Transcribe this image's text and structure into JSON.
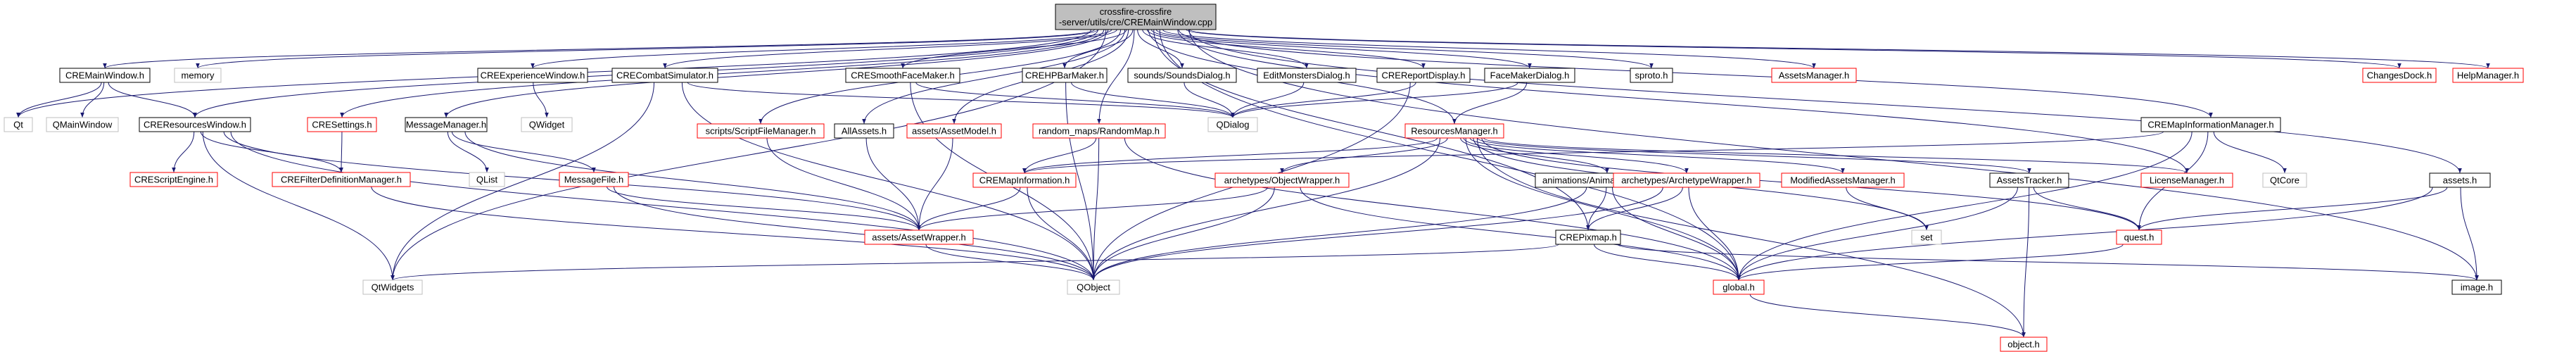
{
  "colors": {
    "edge": "#191970",
    "node_border_default": "#000000",
    "node_border_red": "#ff0000",
    "node_border_gray": "#bfbfbf",
    "root_fill": "#bfbfbf"
  },
  "root": {
    "id": "root",
    "lines": [
      "crossfire-crossfire",
      "-server/utils/cre/CREMainWindow.cpp"
    ]
  },
  "nodes": [
    {
      "id": "CREMainWindow",
      "label": "CREMainWindow.h",
      "style": "black"
    },
    {
      "id": "memory",
      "label": "memory",
      "style": "gray"
    },
    {
      "id": "CREExperienceWindow",
      "label": "CREExperienceWindow.h",
      "style": "black"
    },
    {
      "id": "CRECombatSimulator",
      "label": "CRECombatSimulator.h",
      "style": "black"
    },
    {
      "id": "CRESmoothFaceMaker",
      "label": "CRESmoothFaceMaker.h",
      "style": "black"
    },
    {
      "id": "CREHPBarMaker",
      "label": "CREHPBarMaker.h",
      "style": "black"
    },
    {
      "id": "SoundsDialog",
      "label": "sounds/SoundsDialog.h",
      "style": "black"
    },
    {
      "id": "EditMonstersDialog",
      "label": "EditMonstersDialog.h",
      "style": "black"
    },
    {
      "id": "CREReportDisplay",
      "label": "CREReportDisplay.h",
      "style": "black"
    },
    {
      "id": "FaceMakerDialog",
      "label": "FaceMakerDialog.h",
      "style": "black"
    },
    {
      "id": "sproto",
      "label": "sproto.h",
      "style": "black"
    },
    {
      "id": "AssetsManager",
      "label": "AssetsManager.h",
      "style": "red"
    },
    {
      "id": "ChangesDock",
      "label": "ChangesDock.h",
      "style": "red"
    },
    {
      "id": "HelpManager",
      "label": "HelpManager.h",
      "style": "red"
    },
    {
      "id": "Qt",
      "label": "Qt",
      "style": "gray"
    },
    {
      "id": "QMainWindow",
      "label": "QMainWindow",
      "style": "gray"
    },
    {
      "id": "CREResourcesWindow",
      "label": "CREResourcesWindow.h",
      "style": "black"
    },
    {
      "id": "CRESettings",
      "label": "CRESettings.h",
      "style": "red"
    },
    {
      "id": "MessageManager",
      "label": "MessageManager.h",
      "style": "black"
    },
    {
      "id": "QWidget",
      "label": "QWidget",
      "style": "gray"
    },
    {
      "id": "ScriptFileManager",
      "label": "scripts/ScriptFileManager.h",
      "style": "red"
    },
    {
      "id": "AllAssets",
      "label": "AllAssets.h",
      "style": "black"
    },
    {
      "id": "AssetModel",
      "label": "assets/AssetModel.h",
      "style": "red"
    },
    {
      "id": "RandomMap",
      "label": "random_maps/RandomMap.h",
      "style": "red"
    },
    {
      "id": "QDialog",
      "label": "QDialog",
      "style": "gray"
    },
    {
      "id": "ResourcesManager",
      "label": "ResourcesManager.h",
      "style": "red"
    },
    {
      "id": "CREMapInformationManager",
      "label": "CREMapInformationManager.h",
      "style": "black"
    },
    {
      "id": "assets_h",
      "label": "assets.h",
      "style": "black"
    },
    {
      "id": "CREScriptEngine",
      "label": "CREScriptEngine.h",
      "style": "red"
    },
    {
      "id": "CREFilterDefinitionManager",
      "label": "CREFilterDefinitionManager.h",
      "style": "red"
    },
    {
      "id": "QList",
      "label": "QList",
      "style": "gray"
    },
    {
      "id": "MessageFile",
      "label": "MessageFile.h",
      "style": "red"
    },
    {
      "id": "CREMapInformation",
      "label": "CREMapInformation.h",
      "style": "red"
    },
    {
      "id": "ObjectWrapper",
      "label": "archetypes/ObjectWrapper.h",
      "style": "red"
    },
    {
      "id": "AnimationWrapper",
      "label": "animations/AnimationWrapper.h",
      "style": "black"
    },
    {
      "id": "ArchetypeWrapper",
      "label": "archetypes/ArchetypeWrapper.h",
      "style": "red"
    },
    {
      "id": "ModifiedAssetsManager",
      "label": "ModifiedAssetsManager.h",
      "style": "red"
    },
    {
      "id": "AssetsTracker",
      "label": "AssetsTracker.h",
      "style": "black"
    },
    {
      "id": "LicenseManager",
      "label": "LicenseManager.h",
      "style": "red"
    },
    {
      "id": "QtCore",
      "label": "QtCore",
      "style": "gray"
    },
    {
      "id": "AssetWrapper",
      "label": "assets/AssetWrapper.h",
      "style": "red"
    },
    {
      "id": "CREPixmap",
      "label": "CREPixmap.h",
      "style": "black"
    },
    {
      "id": "set",
      "label": "set",
      "style": "gray"
    },
    {
      "id": "quest",
      "label": "quest.h",
      "style": "red"
    },
    {
      "id": "QtWidgets",
      "label": "QtWidgets",
      "style": "gray"
    },
    {
      "id": "QObject",
      "label": "QObject",
      "style": "gray"
    },
    {
      "id": "global",
      "label": "global.h",
      "style": "red"
    },
    {
      "id": "image",
      "label": "image.h",
      "style": "black"
    },
    {
      "id": "object",
      "label": "object.h",
      "style": "red"
    }
  ],
  "edges": [
    [
      "root",
      "CREMainWindow"
    ],
    [
      "root",
      "memory"
    ],
    [
      "root",
      "CREExperienceWindow"
    ],
    [
      "root",
      "CRECombatSimulator"
    ],
    [
      "root",
      "CRESmoothFaceMaker"
    ],
    [
      "root",
      "CREHPBarMaker"
    ],
    [
      "root",
      "SoundsDialog"
    ],
    [
      "root",
      "EditMonstersDialog"
    ],
    [
      "root",
      "CREReportDisplay"
    ],
    [
      "root",
      "FaceMakerDialog"
    ],
    [
      "root",
      "sproto"
    ],
    [
      "root",
      "AssetsManager"
    ],
    [
      "root",
      "ChangesDock"
    ],
    [
      "root",
      "HelpManager"
    ],
    [
      "root",
      "Qt"
    ],
    [
      "root",
      "CREResourcesWindow"
    ],
    [
      "root",
      "CRESettings"
    ],
    [
      "root",
      "MessageManager"
    ],
    [
      "root",
      "ScriptFileManager"
    ],
    [
      "root",
      "AllAssets"
    ],
    [
      "root",
      "AssetModel"
    ],
    [
      "root",
      "RandomMap"
    ],
    [
      "root",
      "ResourcesManager"
    ],
    [
      "root",
      "CREMapInformationManager"
    ],
    [
      "root",
      "assets_h"
    ],
    [
      "root",
      "LicenseManager"
    ],
    [
      "root",
      "CREPixmap"
    ],
    [
      "root",
      "global"
    ],
    [
      "root",
      "image"
    ],
    [
      "root",
      "QtWidgets"
    ],
    [
      "CREMainWindow",
      "Qt"
    ],
    [
      "CREMainWindow",
      "QMainWindow"
    ],
    [
      "CREMainWindow",
      "CREResourcesWindow"
    ],
    [
      "CREResourcesWindow",
      "CREScriptEngine"
    ],
    [
      "CREResourcesWindow",
      "CREFilterDefinitionManager"
    ],
    [
      "CREResourcesWindow",
      "QtWidgets"
    ],
    [
      "CREResourcesWindow",
      "QObject"
    ],
    [
      "CREResourcesWindow",
      "AssetWrapper"
    ],
    [
      "CRESettings",
      "CREFilterDefinitionManager"
    ],
    [
      "CREFilterDefinitionManager",
      "QObject"
    ],
    [
      "CREExperienceWindow",
      "QWidget"
    ],
    [
      "CRECombatSimulator",
      "QDialog"
    ],
    [
      "CRECombatSimulator",
      "QtWidgets"
    ],
    [
      "CRECombatSimulator",
      "QObject"
    ],
    [
      "CRESmoothFaceMaker",
      "QDialog"
    ],
    [
      "CRESmoothFaceMaker",
      "QObject"
    ],
    [
      "CREHPBarMaker",
      "QDialog"
    ],
    [
      "CREHPBarMaker",
      "QObject"
    ],
    [
      "SoundsDialog",
      "QDialog"
    ],
    [
      "EditMonstersDialog",
      "QDialog"
    ],
    [
      "CREReportDisplay",
      "QDialog"
    ],
    [
      "CREReportDisplay",
      "QObject"
    ],
    [
      "FaceMakerDialog",
      "QDialog"
    ],
    [
      "FaceMakerDialog",
      "ResourcesManager"
    ],
    [
      "MessageManager",
      "QList"
    ],
    [
      "MessageManager",
      "MessageFile"
    ],
    [
      "MessageManager",
      "AssetWrapper"
    ],
    [
      "MessageFile",
      "AssetWrapper"
    ],
    [
      "MessageFile",
      "QObject"
    ],
    [
      "ScriptFileManager",
      "AssetWrapper"
    ],
    [
      "AllAssets",
      "AssetWrapper"
    ],
    [
      "AssetModel",
      "AssetWrapper"
    ],
    [
      "RandomMap",
      "CREMapInformation"
    ],
    [
      "RandomMap",
      "global"
    ],
    [
      "RandomMap",
      "QObject"
    ],
    [
      "ResourcesManager",
      "CREMapInformation"
    ],
    [
      "ResourcesManager",
      "ObjectWrapper"
    ],
    [
      "ResourcesManager",
      "AnimationWrapper"
    ],
    [
      "ResourcesManager",
      "ArchetypeWrapper"
    ],
    [
      "ResourcesManager",
      "ModifiedAssetsManager"
    ],
    [
      "ResourcesManager",
      "AssetsTracker"
    ],
    [
      "ResourcesManager",
      "LicenseManager"
    ],
    [
      "ResourcesManager",
      "quest"
    ],
    [
      "ResourcesManager",
      "set"
    ],
    [
      "ResourcesManager",
      "global"
    ],
    [
      "ResourcesManager",
      "object"
    ],
    [
      "ResourcesManager",
      "QObject"
    ],
    [
      "CREMapInformationManager",
      "CREMapInformation"
    ],
    [
      "CREMapInformationManager",
      "QtCore"
    ],
    [
      "CREMapInformationManager",
      "quest"
    ],
    [
      "CREMapInformationManager",
      "global"
    ],
    [
      "CREMapInformation",
      "AssetWrapper"
    ],
    [
      "CREMapInformation",
      "QObject"
    ],
    [
      "ObjectWrapper",
      "AssetWrapper"
    ],
    [
      "ObjectWrapper",
      "QObject"
    ],
    [
      "ObjectWrapper",
      "global"
    ],
    [
      "AnimationWrapper",
      "CREPixmap"
    ],
    [
      "AnimationWrapper",
      "QObject"
    ],
    [
      "AnimationWrapper",
      "global"
    ],
    [
      "ArchetypeWrapper",
      "CREPixmap"
    ],
    [
      "ArchetypeWrapper",
      "global"
    ],
    [
      "ArchetypeWrapper",
      "QObject"
    ],
    [
      "ModifiedAssetsManager",
      "set"
    ],
    [
      "AssetsTracker",
      "quest"
    ],
    [
      "AssetsTracker",
      "global"
    ],
    [
      "AssetsTracker",
      "object"
    ],
    [
      "assets_h",
      "quest"
    ],
    [
      "assets_h",
      "global"
    ],
    [
      "assets_h",
      "image"
    ],
    [
      "CREPixmap",
      "QtWidgets"
    ],
    [
      "CREPixmap",
      "global"
    ],
    [
      "CREPixmap",
      "image"
    ],
    [
      "quest",
      "global"
    ],
    [
      "global",
      "object"
    ],
    [
      "AssetWrapper",
      "QObject"
    ]
  ]
}
